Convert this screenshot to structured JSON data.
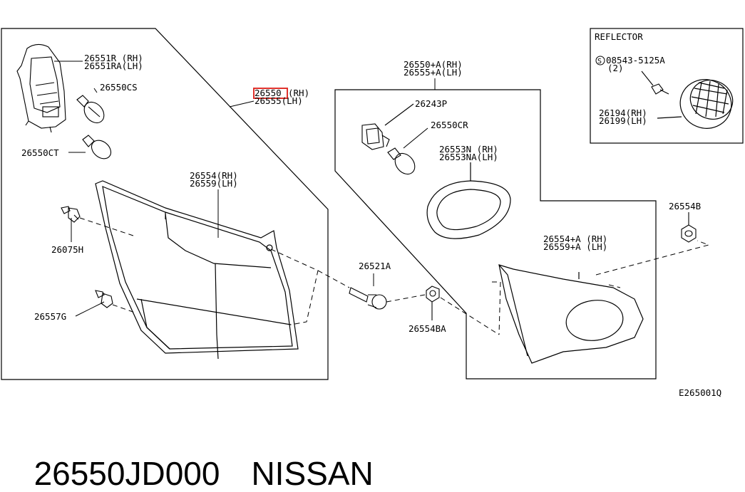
{
  "labels": {
    "p26551r": "26551R (RH)",
    "p26551ra": "26551RA(LH)",
    "p26550cs": "26550CS",
    "p26550ct": "26550CT",
    "p26550_hl": "26550",
    "p26550_rh": "(RH)",
    "p26555": "26555(LH)",
    "p26554": "26554(RH)",
    "p26559": "26559(LH)",
    "p26075h": "26075H",
    "p26557g": "26557G",
    "p26550a": "26550+A(RH)",
    "p26555a": "26555+A(LH)",
    "p26243p": "26243P",
    "p26550cr": "26550CR",
    "p26553n": "26553N (RH)",
    "p26553na": "26553NA(LH)",
    "p26521a": "26521A",
    "p26554ba": "26554BA",
    "p26554a": "26554+A (RH)",
    "p26559a": "26559+A (LH)",
    "p26554b": "26554B",
    "reflector": "REFLECTOR",
    "p08543": "08543-5125A",
    "p08543_qty": "(2)",
    "p08543_prefix": "S",
    "p26194": "26194(RH)",
    "p26199": "26199(LH)",
    "diagram_code": "E265001Q"
  },
  "caption": {
    "part_number": "26550JD000",
    "brand": "NISSAN"
  },
  "colors": {
    "highlight": "#e0322c",
    "line": "#000000"
  }
}
